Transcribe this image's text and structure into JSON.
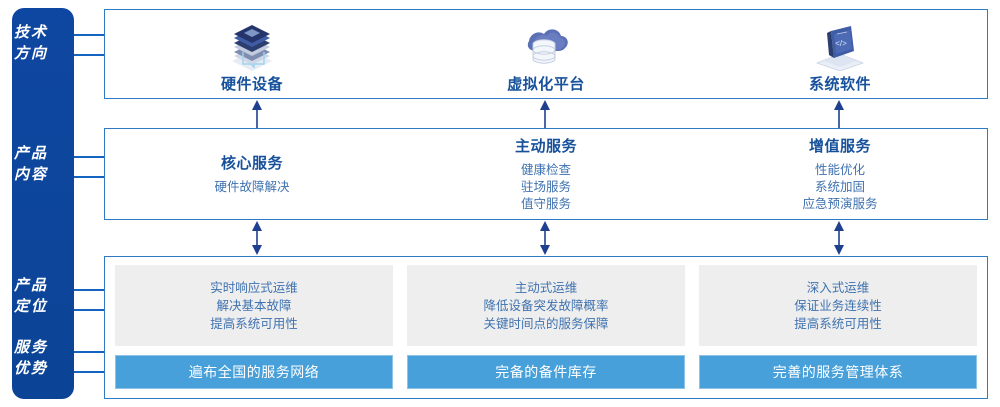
{
  "rail": {
    "labels": [
      {
        "line1": "技术",
        "line2": "方向"
      },
      {
        "line1": "产品",
        "line2": "内容"
      },
      {
        "line1": "产品",
        "line2": "定位"
      },
      {
        "line1": "服务",
        "line2": "优势"
      }
    ]
  },
  "colors": {
    "rail_bg": "#0e47a1",
    "box_border": "#2f7ac4",
    "title_blue": "#17519b",
    "text_blue": "#3f72b0",
    "gray_card": "#eeeeee",
    "blue_bar": "#47a0da",
    "arrow": "#1f3f8f"
  },
  "tech": {
    "columns": [
      {
        "icon": "server-stack-icon",
        "title": "硬件设备"
      },
      {
        "icon": "cloud-database-icon",
        "title": "虚拟化平台"
      },
      {
        "icon": "code-laptop-icon",
        "title": "系统软件"
      }
    ]
  },
  "content": {
    "columns": [
      {
        "title": "核心服务",
        "items": [
          "硬件故障解决"
        ]
      },
      {
        "title": "主动服务",
        "items": [
          "健康检查",
          "驻场服务",
          "值守服务"
        ]
      },
      {
        "title": "增值服务",
        "items": [
          "性能优化",
          "系统加固",
          "应急预演服务"
        ]
      }
    ]
  },
  "positioning": {
    "cards": [
      {
        "lines": [
          "实时响应式运维",
          "解决基本故障",
          "提高系统可用性"
        ]
      },
      {
        "lines": [
          "主动式运维",
          "降低设备突发故障概率",
          "关键时间点的服务保障"
        ]
      },
      {
        "lines": [
          "深入式运维",
          "保证业务连续性",
          "提高系统可用性"
        ]
      }
    ]
  },
  "advantages": {
    "bars": [
      "遍布全国的服务网络",
      "完备的备件库存",
      "完善的服务管理体系"
    ]
  }
}
